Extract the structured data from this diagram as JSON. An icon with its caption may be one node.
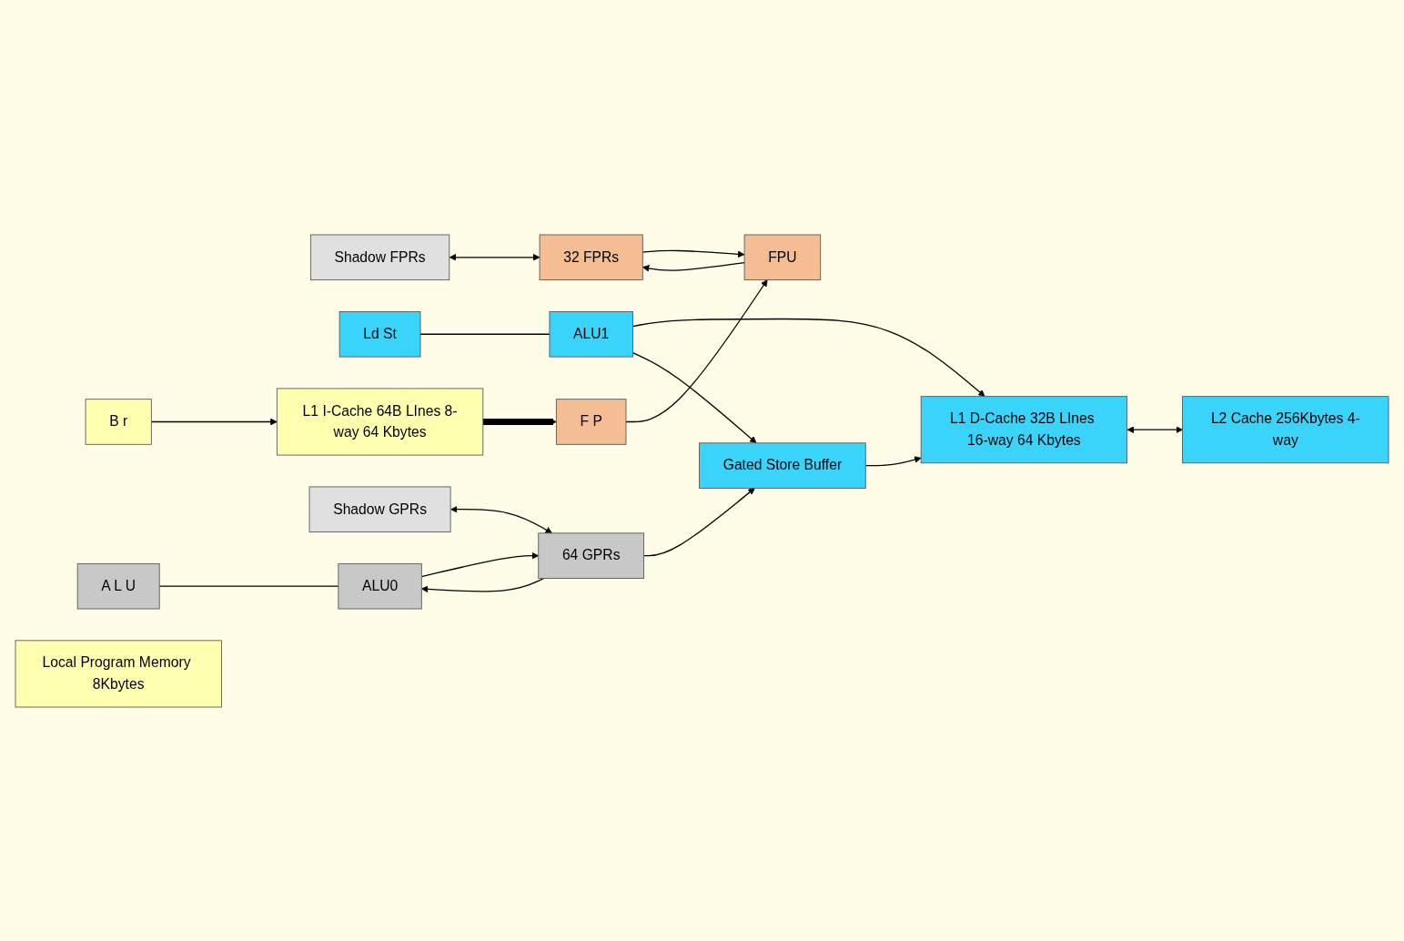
{
  "diagram": {
    "nodes": [
      {
        "text": [
          "Shadow FPRs"
        ]
      },
      {
        "text": [
          "32 FPRs"
        ]
      },
      {
        "text": [
          "B r"
        ]
      },
      {
        "text": [
          "F P"
        ]
      },
      {
        "text": [
          "Ld St"
        ]
      },
      {
        "text": [
          "A L U"
        ]
      },
      {
        "text": [
          "L1 I-Cache 64B LInes 8-way 64 Kbytes"
        ]
      },
      {
        "text": [
          "Local Program Memory 8Kbytes"
        ]
      },
      {
        "text": [
          "FPU"
        ]
      },
      {
        "text": [
          "Gated Store Buffer"
        ]
      },
      {
        "text": [
          "L1 D-Cache 32B LInes 16-way 64 Kbytes"
        ]
      },
      {
        "text": [
          "L2 Cache 256Kbytes 4-way"
        ]
      },
      {
        "text": [
          "ALU1"
        ]
      },
      {
        "text": [
          "Shadow GPRs"
        ]
      },
      {
        "text": [
          "64 GPRs"
        ]
      },
      {
        "text": [
          "ALU0"
        ]
      }
    ],
    "edges": [
      {
        "from": 0,
        "to": 1,
        "arrow": "both"
      },
      {
        "from": 2,
        "to": 6,
        "arrow": "to"
      },
      {
        "from": 1,
        "to": 8,
        "arrow": "to"
      },
      {
        "from": 3,
        "to": 8,
        "arrow": "to"
      },
      {
        "from": 8,
        "to": 1,
        "arrow": "to"
      },
      {
        "from": 6,
        "to": 3,
        "arrow": "to",
        "style": "thick"
      },
      {
        "from": 9,
        "to": 10,
        "arrow": "to"
      },
      {
        "from": 10,
        "to": 11,
        "arrow": "both"
      },
      {
        "from": 4,
        "to": 12,
        "arrow": "none"
      },
      {
        "from": 12,
        "to": 10,
        "arrow": "to"
      },
      {
        "from": 12,
        "to": 9,
        "arrow": "to"
      },
      {
        "from": 14,
        "to": 9,
        "arrow": "to"
      },
      {
        "from": 14,
        "to": 15,
        "arrow": "to"
      },
      {
        "from": 5,
        "to": 15,
        "arrow": "none"
      },
      {
        "from": 15,
        "to": 14,
        "arrow": "to"
      },
      {
        "from": 13,
        "to": 14,
        "arrow": "both"
      }
    ]
  }
}
